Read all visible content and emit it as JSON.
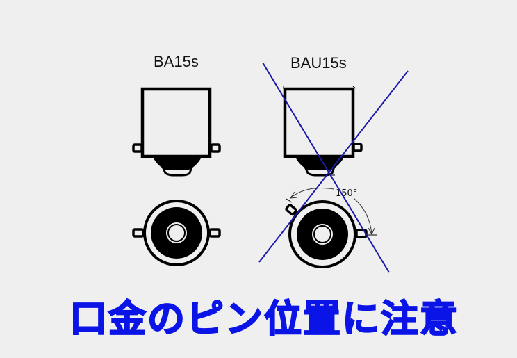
{
  "labels": {
    "left": "BA15s",
    "right": "BAU15s"
  },
  "annotation": {
    "angle": "150°"
  },
  "banner": {
    "text": "口金のピン位置に注意"
  },
  "colors": {
    "background": "#efefef",
    "line": "#000000",
    "cross": "#1a1aa8",
    "banner": "#0a14e6"
  }
}
